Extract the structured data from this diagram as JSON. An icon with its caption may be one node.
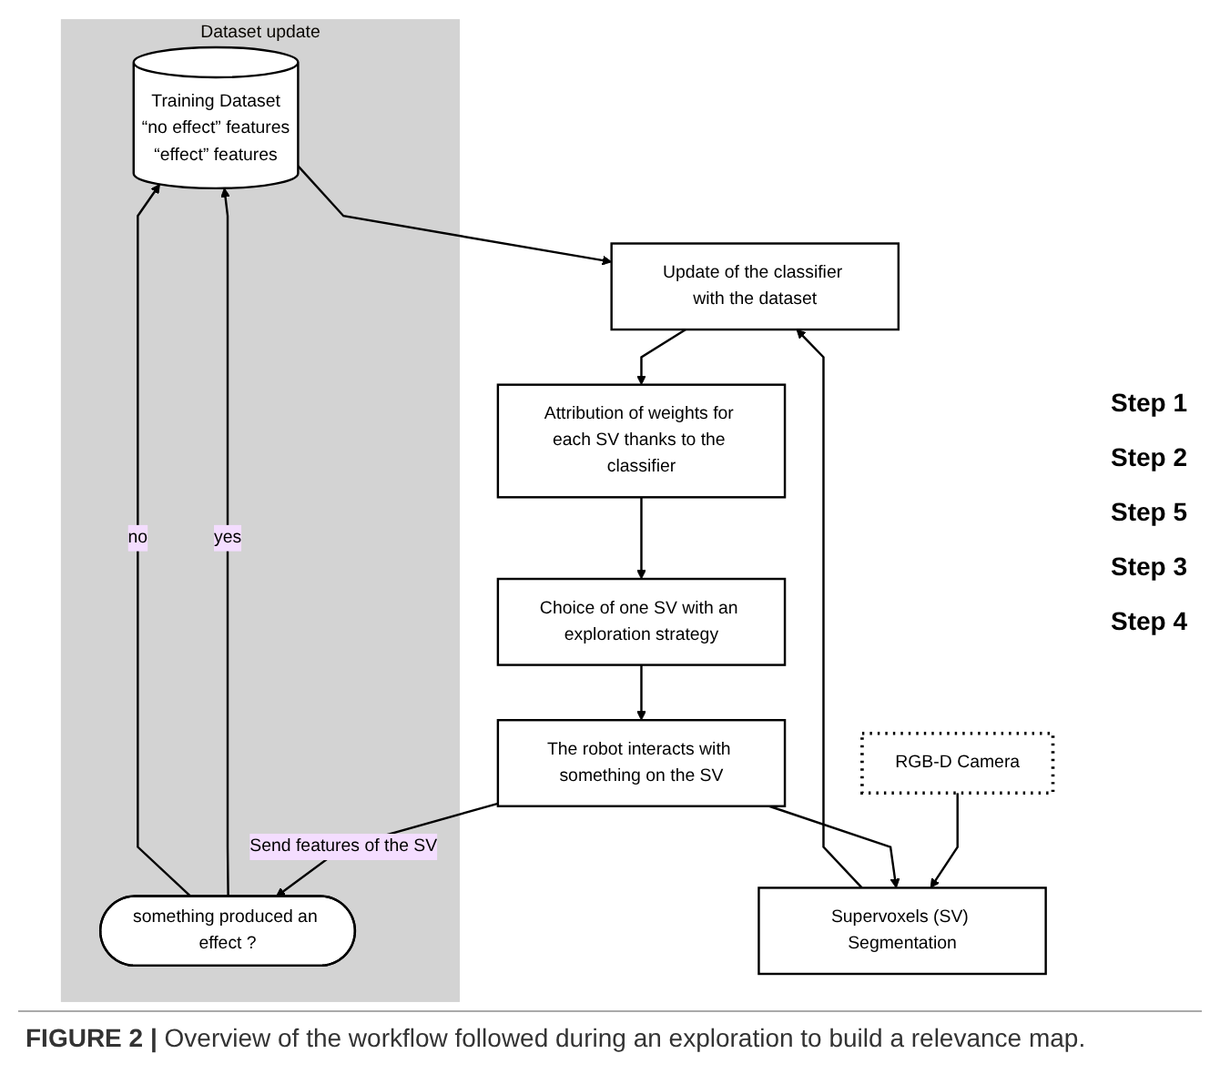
{
  "diagram": {
    "caption": "**FIGURE 2 |** Overview of the workflow followed during an exploration to build a relevance map.",
    "nodes": [
      {
        "text": [
          "Dataset update"
        ]
      },
      {
        "text": [
          "Training Dataset",
          "“no effect” features",
          "“effect” features"
        ],
        "in": 0
      },
      {
        "text": [
          "something produced an effect ?"
        ],
        "in": 0
      },
      {
        "text": [
          "RGB-D Camera"
        ]
      },
      {
        "text": [
          "Supervoxels (SV) Segmentation"
        ]
      },
      {
        "text": [
          "Update of the classifier with the dataset"
        ]
      },
      {
        "text": [
          "Attribution of weights for each SV thanks to the classifier"
        ]
      },
      {
        "text": [
          "Choice of one SV with an exploration strategy"
        ]
      },
      {
        "text": [
          "The robot interacts with something on the SV"
        ]
      }
    ],
    "edges": [
      {
        "from": 3,
        "to": 4,
        "arrow": "to"
      },
      {
        "from": 4,
        "to": 5,
        "arrow": "to"
      },
      {
        "from": 5,
        "to": 6,
        "arrow": "to"
      },
      {
        "from": 6,
        "to": 7,
        "arrow": "to"
      },
      {
        "from": 7,
        "to": 8,
        "arrow": "to"
      },
      {
        "from": 8,
        "to": 2,
        "arrow": "to",
        "label": "Send features of the SV"
      },
      {
        "from": 2,
        "to": 1,
        "arrow": "to",
        "label": "yes"
      },
      {
        "from": 2,
        "to": 1,
        "arrow": "to",
        "label": "no"
      },
      {
        "from": 1,
        "to": 5,
        "arrow": "to"
      },
      {
        "from": 8,
        "to": 4,
        "arrow": "to"
      }
    ],
    "labels": [
      "Step 1",
      "Step 2",
      "Step 5",
      "Step 3",
      "Step 4"
    ]
  }
}
